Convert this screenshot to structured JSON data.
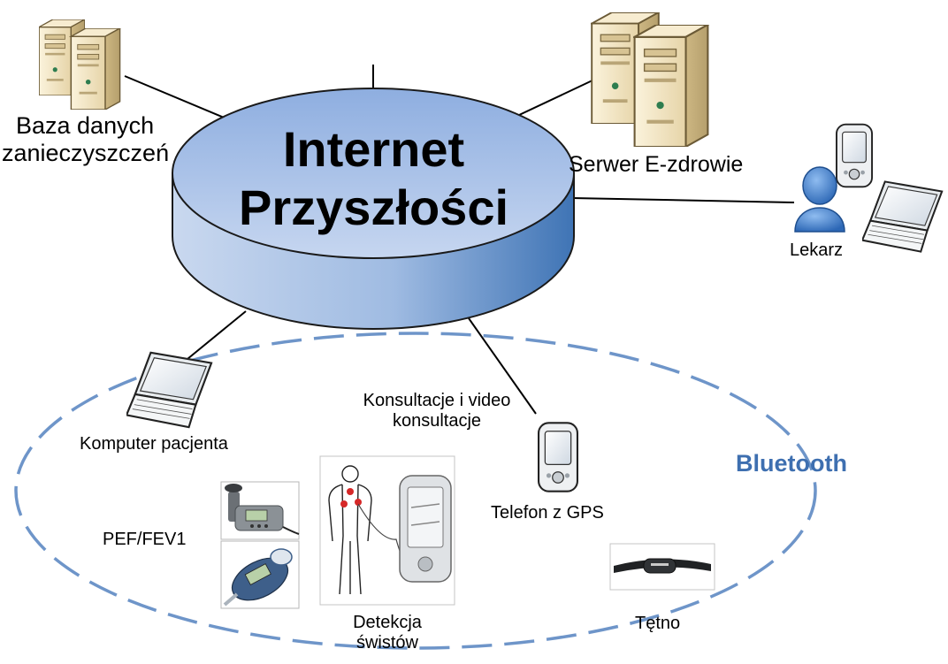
{
  "hub": {
    "line1": "Internet",
    "line2": "Przyszłości"
  },
  "nodes": {
    "db": {
      "line1": "Baza danych",
      "line2": "zanieczyszczeń"
    },
    "server": {
      "label": "Serwer E-zdrowie"
    },
    "doctor": {
      "label": "Lekarz"
    },
    "patient_pc": {
      "label": "Komputer pacjenta"
    },
    "consult": {
      "line1": "Konsultacje i video",
      "line2": "konsultacje"
    },
    "phone": {
      "label": "Telefon z GPS"
    },
    "pef": {
      "label": "PEF/FEV1"
    },
    "wheeze": {
      "line1": "Detekcja",
      "line2": "świstów"
    },
    "heart": {
      "label": "Tętno"
    }
  },
  "bluetooth": {
    "label": "Bluetooth",
    "color": "#3e6fb0"
  },
  "colors": {
    "disk_top": "#a6bde6",
    "disk_side": "#4a7fbf",
    "dash": "#6e95c9",
    "server": "#f3e6c6",
    "person": "#3d7fcf"
  },
  "icons": [
    "server-icon",
    "laptop-icon",
    "pda-icon",
    "person-icon",
    "peak-flow-meter-icon",
    "spirometer-icon",
    "body-sensors-icon",
    "heart-rate-strap-icon"
  ]
}
